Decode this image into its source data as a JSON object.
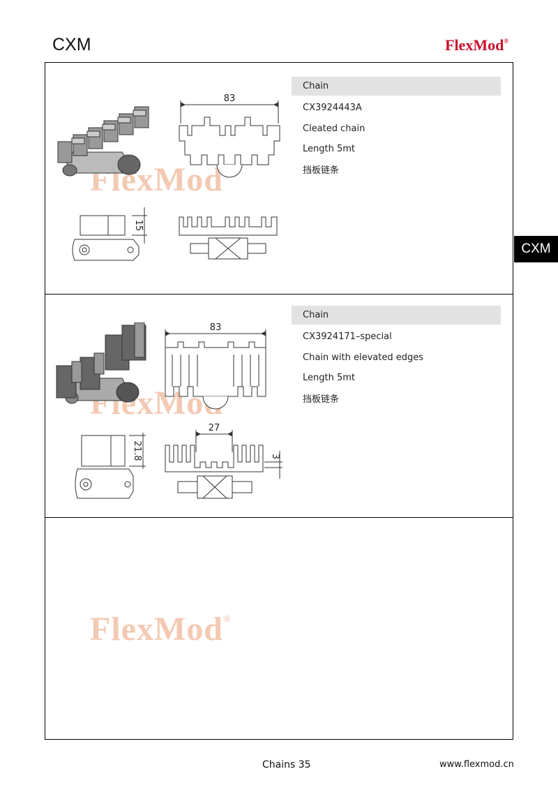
{
  "header": {
    "series": "CXM",
    "brand": "FlexMod",
    "brand_mark": "®"
  },
  "side_tab": "CXM",
  "products": [
    {
      "header": "Chain",
      "code": "CX3924443A",
      "description": "Cleated chain",
      "length": "Length 5mt",
      "chinese_name": "挡板链条",
      "dimensions": {
        "width": "83",
        "height": "15"
      }
    },
    {
      "header": "Chain",
      "code": "CX3924171–special",
      "description": "Chain with elevated edges",
      "length": "Length 5mt",
      "chinese_name": "挡板链条",
      "dimensions": {
        "width": "83",
        "height": "21.8",
        "inner": "27",
        "step": "3"
      }
    }
  ],
  "watermark": {
    "text": "FlexMod",
    "mark": "®"
  },
  "footer": {
    "page": "Chains 35",
    "url": "www.flexmod.cn"
  }
}
